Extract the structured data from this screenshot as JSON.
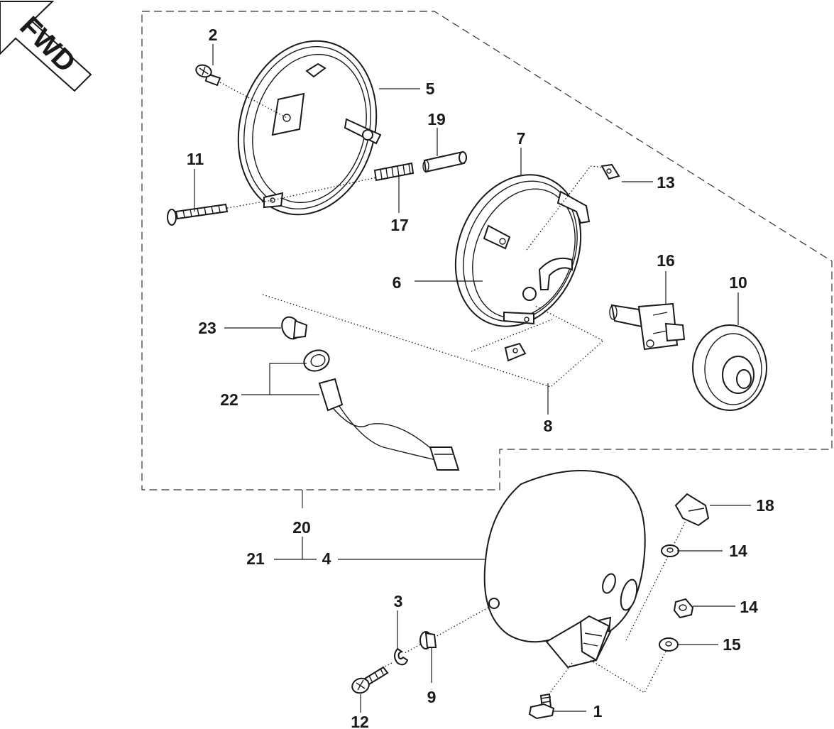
{
  "direction_badge": "FWD",
  "labels": {
    "p1": "1",
    "p2": "2",
    "p3": "3",
    "p4": "4",
    "p5": "5",
    "p6": "6",
    "p7": "7",
    "p8": "8",
    "p9": "9",
    "p10": "10",
    "p11": "11",
    "p12": "12",
    "p13": "13",
    "p14a": "14",
    "p14b": "14",
    "p15": "15",
    "p16": "16",
    "p17": "17",
    "p18": "18",
    "p19": "19",
    "p20": "20",
    "p21": "21",
    "p22": "22",
    "p23": "23"
  }
}
